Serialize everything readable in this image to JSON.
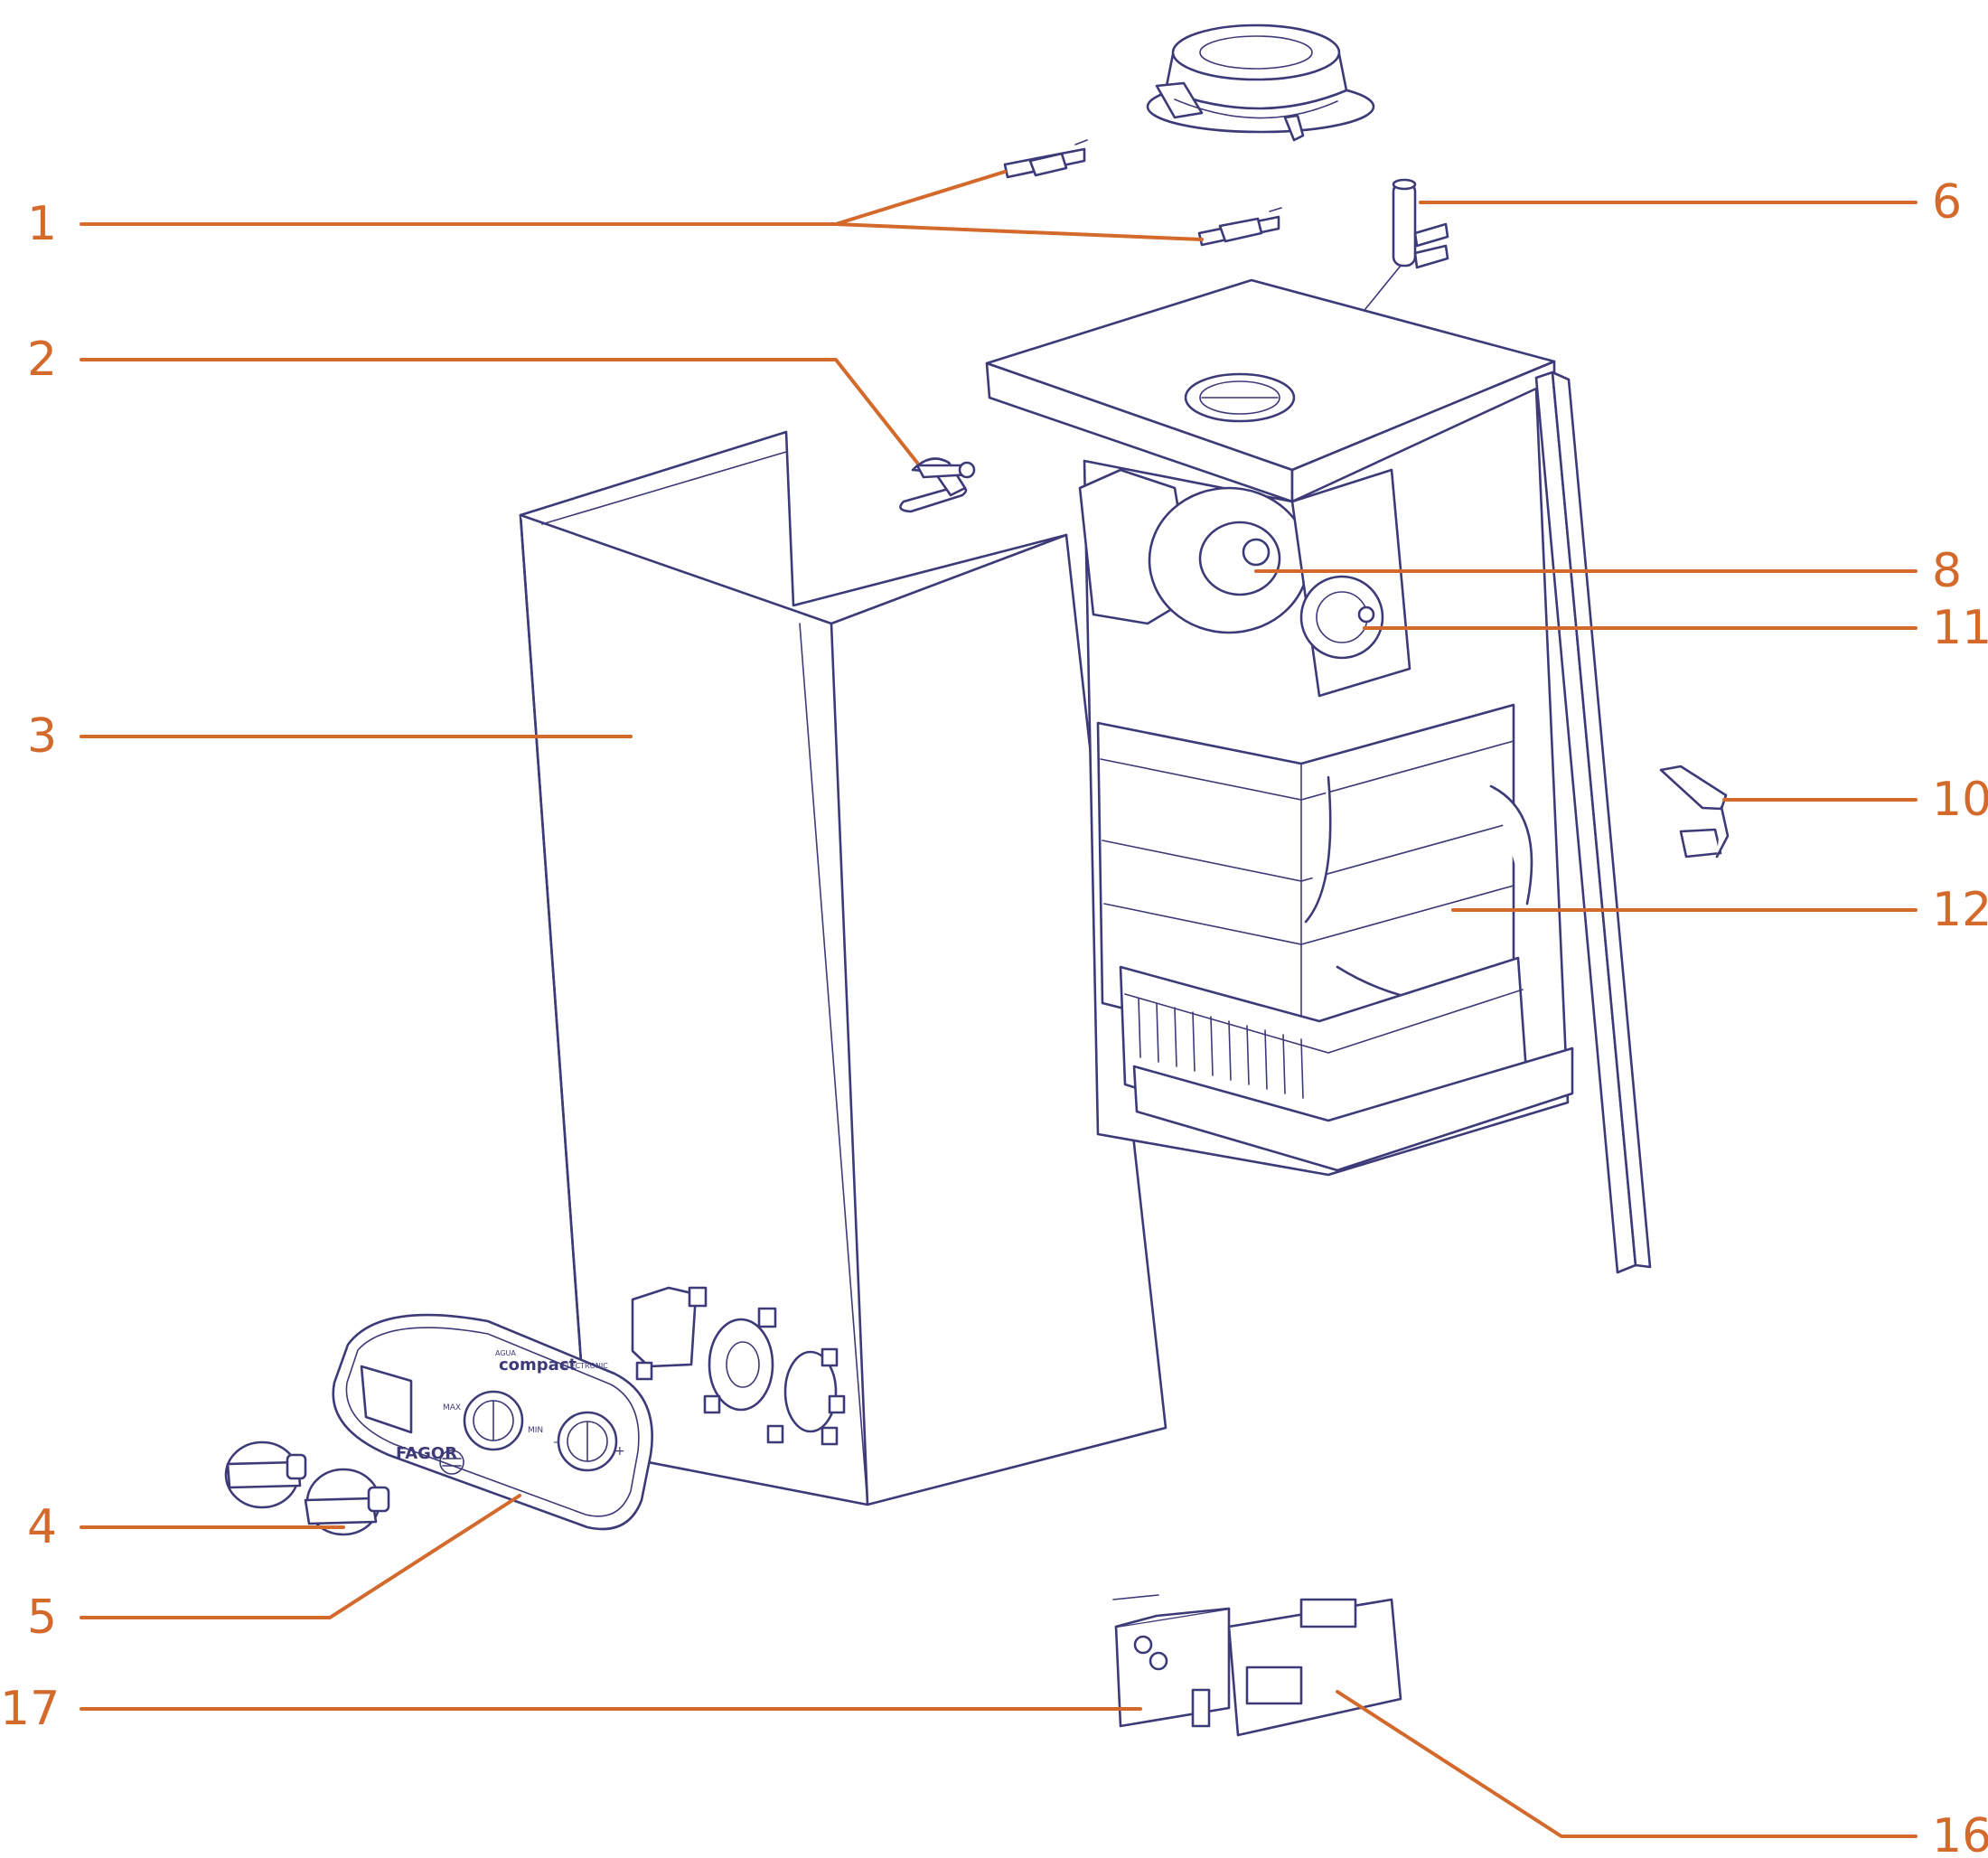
{
  "diagram": {
    "colors": {
      "accent": "#d4692c",
      "line": "#3d3a78",
      "background": "#ffffff"
    },
    "callouts": [
      {
        "id": "1",
        "label": "1"
      },
      {
        "id": "2",
        "label": "2"
      },
      {
        "id": "3",
        "label": "3"
      },
      {
        "id": "4",
        "label": "4"
      },
      {
        "id": "5",
        "label": "5"
      },
      {
        "id": "6",
        "label": "6"
      },
      {
        "id": "8",
        "label": "8"
      },
      {
        "id": "10",
        "label": "10"
      },
      {
        "id": "11",
        "label": "11"
      },
      {
        "id": "12",
        "label": "12"
      },
      {
        "id": "16",
        "label": "16"
      },
      {
        "id": "17",
        "label": "17"
      }
    ],
    "front_panel": {
      "brand": "FAGOR",
      "model": "compact",
      "model_sub": "ELECTRONIC",
      "model_pre": "AGUA",
      "min_left": "MIN",
      "max_left": "MAX",
      "minus": "–",
      "plus": "+"
    }
  }
}
